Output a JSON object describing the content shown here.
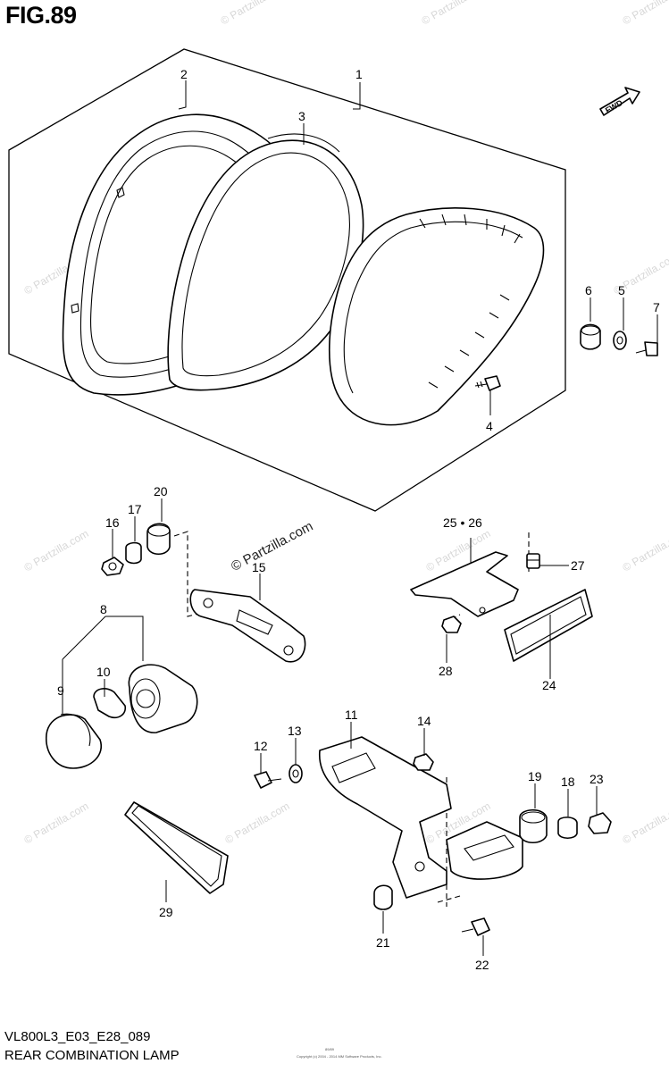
{
  "figure": {
    "title": "FIG.89",
    "model_code": "VL800L3_E03_E28_089",
    "diagram_name": "REAR COMBINATION LAMP",
    "copyright": "Copyright (c) 2004 - 2014 MM Software Products, Inc.",
    "fig_code": "89/89"
  },
  "direction_arrow": {
    "label": "FWD"
  },
  "watermark": {
    "text": "© Partzilla.com"
  },
  "callouts": {
    "c1": "1",
    "c2": "2",
    "c3": "3",
    "c4": "4",
    "c5": "5",
    "c6": "6",
    "c7": "7",
    "c8": "8",
    "c9": "9",
    "c10": "10",
    "c11": "11",
    "c12": "12",
    "c13": "13",
    "c14": "14",
    "c15": "15",
    "c16": "16",
    "c17": "17",
    "c18": "18",
    "c19": "19",
    "c20": "20",
    "c21": "21",
    "c22": "22",
    "c23": "23",
    "c24": "24",
    "c2526": "25 • 26",
    "c27": "27",
    "c28": "28",
    "c29": "29"
  }
}
